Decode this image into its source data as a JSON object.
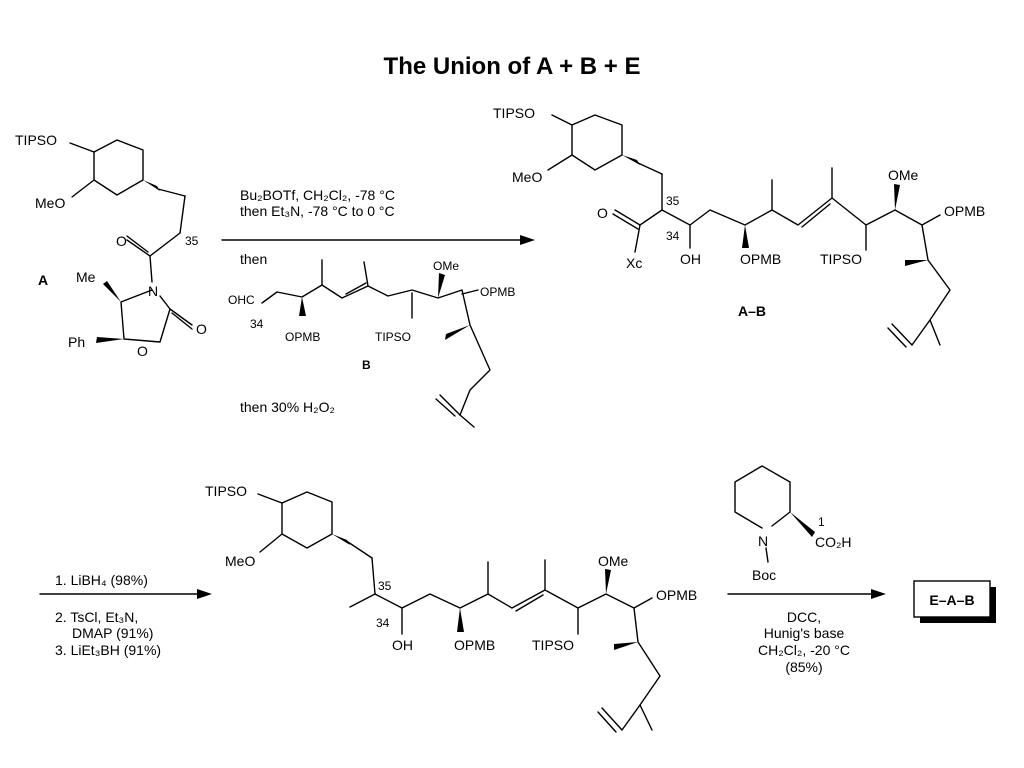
{
  "title": "The Union of A + B + E",
  "compound_A": {
    "name": "A",
    "tips": "TIPSO",
    "meo": "MeO",
    "c35": "35",
    "oxygen": "O",
    "n": "N",
    "me": "Me",
    "ph": "Ph",
    "o_ring": "O",
    "o_carbonyl": "O"
  },
  "step1": {
    "line1": "Bu₂BOTf, CH₂Cl₂, -78 °C",
    "line2": "then Et₃N, -78 °C to 0 °C",
    "then": "then",
    "then_final": "then 30% H₂O₂"
  },
  "compound_B": {
    "name": "B",
    "ohc": "OHC",
    "c34": "34",
    "opmb1": "OPMB",
    "ome": "OMe",
    "opmb2": "OPMB",
    "tipso": "TIPSO"
  },
  "compound_AB": {
    "name": "A–B",
    "tips": "TIPSO",
    "meo": "MeO",
    "o": "O",
    "xc": "Xc",
    "c35": "35",
    "c34": "34",
    "oh": "OH",
    "opmb1": "OPMB",
    "tipso": "TIPSO",
    "ome": "OMe",
    "opmb2": "OPMB"
  },
  "step2": {
    "s1": "1. LiBH₄ (98%)",
    "s2a": "2. TsCl, Et₃N,",
    "s2b": "DMAP (91%)",
    "s3": "3. LiEt₃BH (91%)"
  },
  "compound_C": {
    "tips": "TIPSO",
    "meo": "MeO",
    "c35": "35",
    "c34": "34",
    "oh": "OH",
    "opmb1": "OPMB",
    "tipso": "TIPSO",
    "ome": "OMe",
    "opmb2": "OPMB"
  },
  "compound_E": {
    "n": "N",
    "boc": "Boc",
    "c1": "1",
    "co2h": "CO₂H"
  },
  "step3": {
    "l1": "DCC,",
    "l2": "Hunig's base",
    "l3": "CH₂Cl₂, -20 °C",
    "l4": "(85%)"
  },
  "product": "E–A–B"
}
